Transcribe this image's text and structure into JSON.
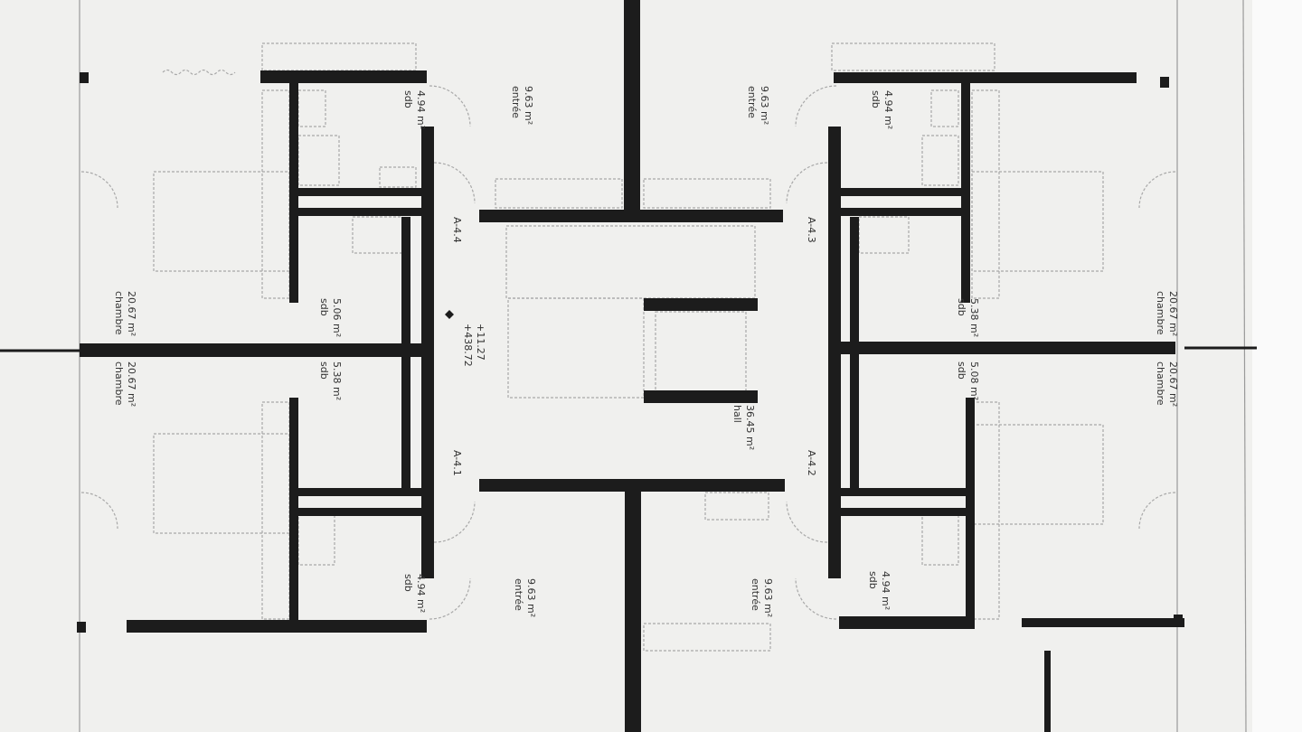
{
  "rooms": [
    {
      "name": "sdb",
      "area": "4.94 m²"
    },
    {
      "name": "entrée",
      "area": "9.63 m²"
    },
    {
      "name": "entrée",
      "area": "9.63 m²"
    },
    {
      "name": "sdb",
      "area": "4.94 m²"
    },
    {
      "name": "chambre",
      "area": "20.67 m²"
    },
    {
      "name": "sdb",
      "area": "5.06 m²"
    },
    {
      "name": "sdb",
      "area": "5.38 m²"
    },
    {
      "name": "chambre",
      "area": "20.67 m²"
    },
    {
      "name": "chambre",
      "area": "20.67 m²"
    },
    {
      "name": "sdb",
      "area": "5.38 m²"
    },
    {
      "name": "sdb",
      "area": "5.08 m²"
    },
    {
      "name": "chambre",
      "area": "20.67 m²"
    },
    {
      "name": "hall",
      "area": "36.45 m²"
    },
    {
      "name": "sdb",
      "area": "4.94 m²"
    },
    {
      "name": "entrée",
      "area": "9.63 m²"
    },
    {
      "name": "entrée",
      "area": "9.63 m²"
    },
    {
      "name": "sdb",
      "area": "4.94 m²"
    }
  ],
  "units": [
    "A-4.4",
    "A-4.3",
    "A-4.1",
    "A-4.2"
  ],
  "elevation": {
    "relative": "+11.27",
    "absolute": "+438.72"
  },
  "colors": {
    "paper": "#f4f4f2",
    "walls": "#1c1c1c",
    "furniture": "#a8a8a8"
  }
}
